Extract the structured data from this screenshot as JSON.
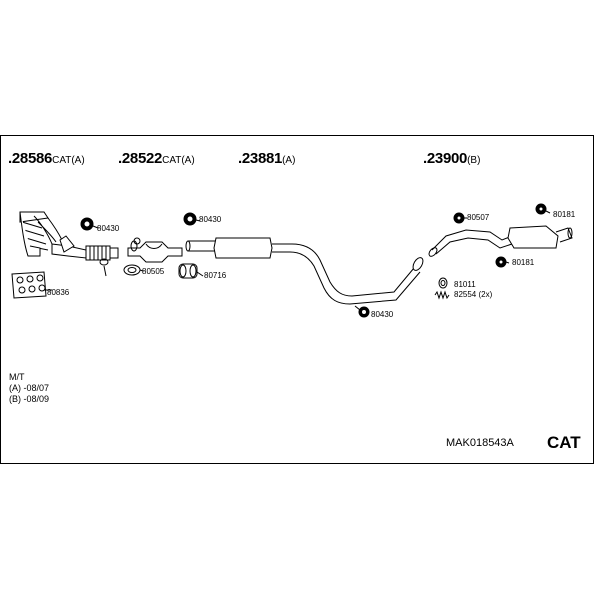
{
  "main_parts": [
    {
      "number": ".28586",
      "suffix": "CAT(A)"
    },
    {
      "number": ".28522",
      "suffix": "CAT(A)"
    },
    {
      "number": ".23881",
      "suffix": "(A)"
    },
    {
      "number": ".23900",
      "suffix": "(B)"
    }
  ],
  "small_parts": {
    "p80430_a": "80430",
    "p80836": "80836",
    "p80505": "80505",
    "p80430_b": "80430",
    "p80716": "80716",
    "p80430_c": "80430",
    "p80507": "80507",
    "p80181_a": "80181",
    "p80181_b": "80181",
    "p81011": "81011",
    "p82554": "82554 (2x)"
  },
  "notes": {
    "line1": "M/T",
    "line2": "(A) -08/07",
    "line3": "(B) -08/09"
  },
  "footer": {
    "code": "MAK018543A",
    "type": "CAT"
  }
}
